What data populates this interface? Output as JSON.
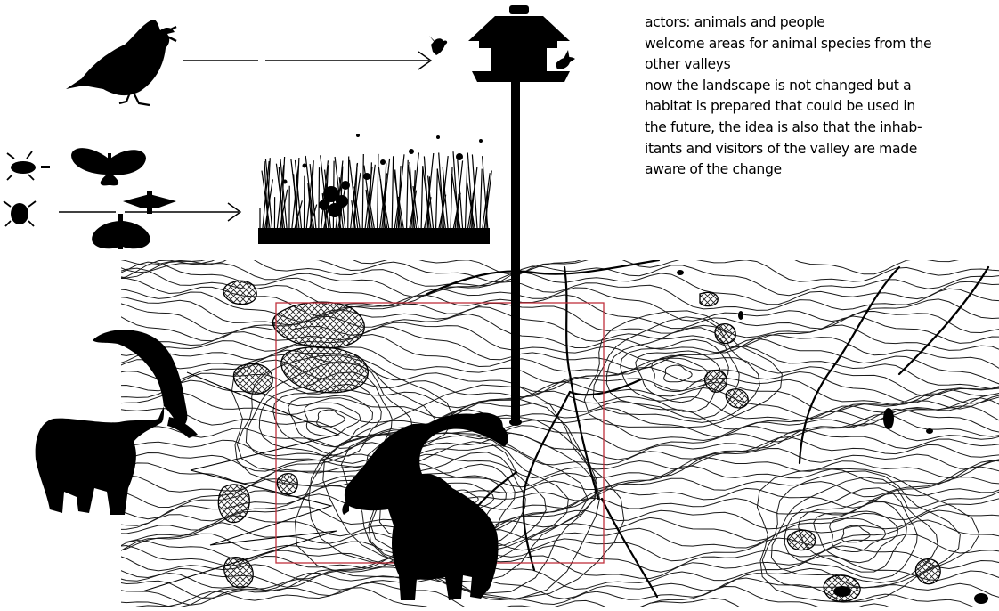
{
  "caption": {
    "lines": [
      "actors: animals and people",
      "welcome areas for animal species from the",
      "other valleys",
      "now the landscape is not changed but a",
      "habitat is prepared that could be used in",
      "the future, the idea is also that the inhab-",
      "itants and visitors of the valley are made",
      "aware of the change"
    ]
  },
  "colors": {
    "silhouette": "#000000",
    "contour": "#1a1a1a",
    "focus_frame": "#c0303c",
    "background": "#ffffff"
  },
  "icons": [
    "bird-silhouette-icon",
    "small-bird-icon",
    "birdhouse-icon",
    "fly-icon",
    "beetle-icon",
    "butterfly-icon",
    "moth-icon",
    "grass-meadow-icon",
    "ibex-icon"
  ]
}
